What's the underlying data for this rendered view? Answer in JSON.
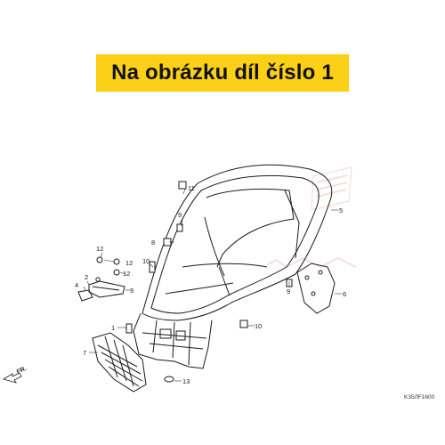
{
  "banner": {
    "text": "Na obrázku díl číslo 1",
    "background": "#fbd016"
  },
  "diagram": {
    "part_code": "K35ЛF1600",
    "direction_label": "FR.",
    "callouts": {
      "c1": "1",
      "c2": "2",
      "c3": "3",
      "c4": "4",
      "c5": "5",
      "c6": "6",
      "c7": "7",
      "c8": "8",
      "c9a": "9",
      "c9b": "9",
      "c10a": "10",
      "c10b": "10",
      "c11": "11",
      "c12a": "12",
      "c12b": "12",
      "c12c": "12",
      "c13": "13"
    }
  }
}
